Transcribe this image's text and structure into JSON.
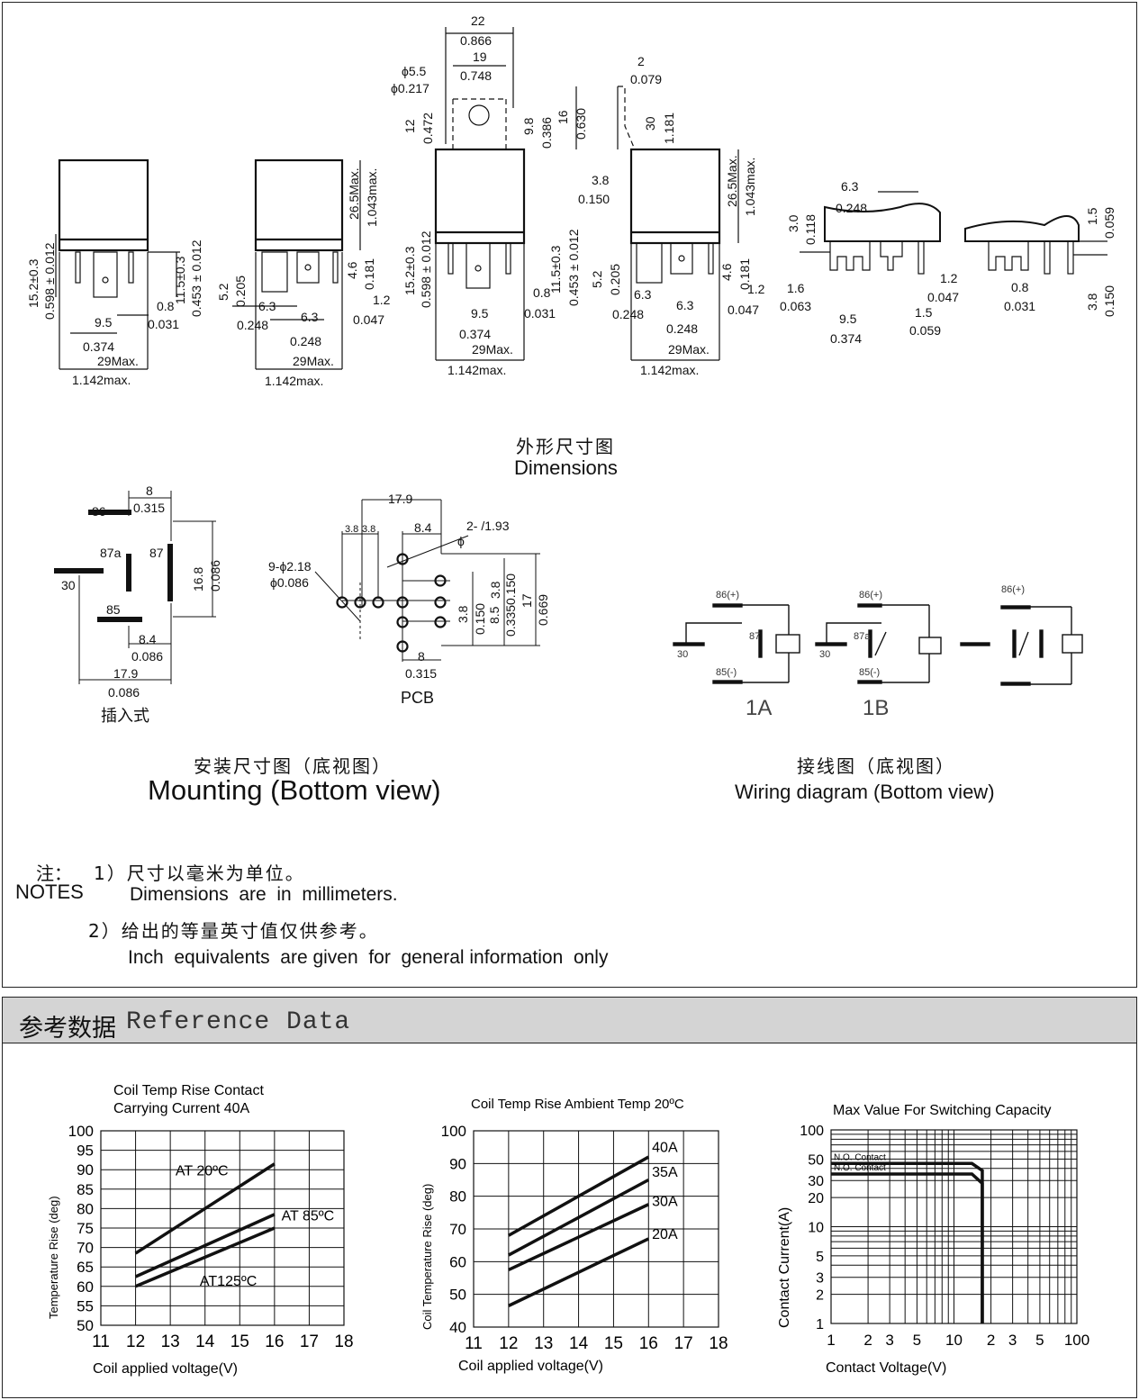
{
  "dimensions_section": {
    "title_cn": "外形尺寸图",
    "title_en": "Dimensions",
    "views": [
      {
        "w_mm": "29Max.",
        "w_in": "1.142max.",
        "h1_mm": "15.2±0.3",
        "h1_in": "0.598 ± 0.012",
        "h2_mm": "11.5±0.3",
        "h2_in": "0.453 ± 0.012",
        "p1_mm": "9.5",
        "p1_in": "0.374",
        "t_mm": "0.8",
        "t_in": "0.031"
      },
      {
        "w_mm": "29Max.",
        "w_in": "1.142max.",
        "ht_mm": "26.5Max.",
        "ht_in": "1.043max.",
        "a_mm": "5.2",
        "a_in": "0.205",
        "b_mm": "6.3",
        "b_in": "0.248",
        "c_mm": "4.6",
        "c_in": "0.181",
        "d_mm": "1.2",
        "d_in": "0.047"
      },
      {
        "top_mm": "22",
        "top_in": "0.866",
        "mid_mm": "19",
        "mid_in": "0.748",
        "hole_mm": "ϕ5.5",
        "hole_in": "ϕ0.217",
        "ta_mm": "12",
        "ta_in": "0.472",
        "tb_mm": "9.8",
        "tb_in": "0.386",
        "tc_mm": "16",
        "tc_in": "0.630"
      },
      {
        "top_mm": "2",
        "top_in": "0.079",
        "tab_mm": "30",
        "tab_in": "1.181",
        "off_mm": "3.8",
        "off_in": "0.150"
      },
      {
        "a_mm": "6.3",
        "a_in": "0.248",
        "b_mm": "3.0",
        "b_in": "0.118",
        "c_mm": "1.2",
        "c_in": "0.047",
        "d_mm": "1.6",
        "d_in": "0.063",
        "e_mm": "1.5",
        "e_in": "0.059",
        "f_mm": "9.5",
        "f_in": "0.374"
      },
      {
        "a_mm": "1.5",
        "a_in": "0.059",
        "b_mm": "0.8",
        "b_in": "0.031",
        "c_mm": "3.8",
        "c_in": "0.150"
      }
    ]
  },
  "mounting_section": {
    "title_cn": "安装尺寸图（底视图）",
    "title_en": "Mounting (Bottom view)",
    "plugin_label": "插入式",
    "plugin": {
      "p86": "86",
      "p87a": "87a",
      "p87": "87",
      "p30": "30",
      "p85": "85",
      "d8": "8",
      "d8_in": "0.315",
      "d168": "16.8",
      "d168_in": "0.086",
      "d84": "8.4",
      "d84_in": "0.086",
      "d179": "17.9",
      "d179_in": "0.086"
    },
    "pcb_label": "PCB",
    "pcb": {
      "d179": "17.9",
      "d38a": "3.8",
      "d38b": "3.8",
      "d84": "8.4",
      "hole2": "2- /1.93",
      "phi": "ϕ",
      "hole9": "9-ϕ2.18",
      "hole9_in": "ϕ0.086",
      "d38": "3.8",
      "d38_in": "0.150",
      "d85": "8.5",
      "d85_in": "0.335",
      "d38c": "3.8",
      "d38c_in": "0.150",
      "d17": "17",
      "d17_in": "0.669",
      "d8": "8",
      "d8_in": "0.315"
    }
  },
  "wiring_section": {
    "title_cn": "接线图（底视图）",
    "title_en": "Wiring diagram (Bottom view)",
    "labels": {
      "p86": "86(+)",
      "p87": "87",
      "p87a": "87a",
      "p30": "30",
      "p85": "85(-)",
      "p86c": "86(+)"
    },
    "type_1a": "1A",
    "type_1b": "1B"
  },
  "notes": {
    "label_cn": "注：",
    "label_en": "NOTES",
    "note1_cn": "1）尺寸以毫米为单位。",
    "note1_en": "Dimensions  are  in  millimeters.",
    "note2_cn": "2）给出的等量英寸值仅供参考。",
    "note2_en": "Inch  equivalents  are given  for  general information  only"
  },
  "reference": {
    "title_cn": "参考数据",
    "title_en": "Reference Data"
  },
  "chart_data": [
    {
      "type": "line",
      "title": "Coil Temp Rise Contact\nCarrying Current 40A",
      "title_line1": "Coil Temp Rise Contact",
      "title_line2": "Carrying Current 40A",
      "xlabel": "Coil applied voltage(V)",
      "ylabel": "Temperature Rise (deg)",
      "xlim": [
        11,
        18
      ],
      "ylim": [
        50,
        100
      ],
      "xticks": [
        "11",
        "12",
        "13",
        "14",
        "15",
        "16",
        "17",
        "18"
      ],
      "yticks": [
        "100",
        "95",
        "90",
        "85",
        "80",
        "75",
        "70",
        "65",
        "60",
        "55",
        "50"
      ],
      "series": [
        {
          "name": "AT 20ºC",
          "x": [
            12,
            16
          ],
          "y": [
            68.5,
            91.5
          ]
        },
        {
          "name": "AT 85ºC",
          "x": [
            12,
            16
          ],
          "y": [
            62.5,
            78.5
          ]
        },
        {
          "name": "AT125ºC",
          "x": [
            12,
            16
          ],
          "y": [
            60,
            75
          ]
        }
      ]
    },
    {
      "type": "line",
      "title": "Coil Temp Rise Ambient Temp 20ºC",
      "xlabel": "Coil applied voltage(V)",
      "ylabel": "Coil Temperature Rise (deg)",
      "xlim": [
        11,
        18
      ],
      "ylim": [
        40,
        100
      ],
      "xticks": [
        "11",
        "12",
        "13",
        "14",
        "15",
        "16",
        "17",
        "18"
      ],
      "yticks": [
        "100",
        "90",
        "80",
        "70",
        "60",
        "50",
        "40"
      ],
      "series": [
        {
          "name": "40A",
          "x": [
            12,
            16
          ],
          "y": [
            68,
            92
          ]
        },
        {
          "name": "35A",
          "x": [
            12,
            16
          ],
          "y": [
            62,
            85
          ]
        },
        {
          "name": "30A",
          "x": [
            12,
            16
          ],
          "y": [
            57.5,
            77.5
          ]
        },
        {
          "name": "20A",
          "x": [
            12,
            16
          ],
          "y": [
            46.5,
            67
          ]
        }
      ]
    },
    {
      "type": "line",
      "title": "Max Value For Switching Capacity",
      "xlabel": "Contact Voltage(V)",
      "ylabel": "Contact Current(A)",
      "xscale": "log",
      "yscale": "log",
      "xlim": [
        1,
        100
      ],
      "ylim": [
        1,
        100
      ],
      "xticks": [
        "1",
        "2",
        "3",
        "5",
        "10",
        "2",
        "3",
        "5",
        "100"
      ],
      "yticks": [
        "100",
        "50",
        "30",
        "20",
        "10",
        "5",
        "3",
        "2",
        "1"
      ],
      "series": [
        {
          "name": "N.O. Contact",
          "x": [
            1,
            14,
            17,
            17
          ],
          "y": [
            45,
            45,
            38,
            1
          ]
        },
        {
          "name": "N.O. Contact",
          "x": [
            1,
            14,
            17,
            17
          ],
          "y": [
            35,
            35,
            28,
            1
          ]
        }
      ]
    }
  ]
}
